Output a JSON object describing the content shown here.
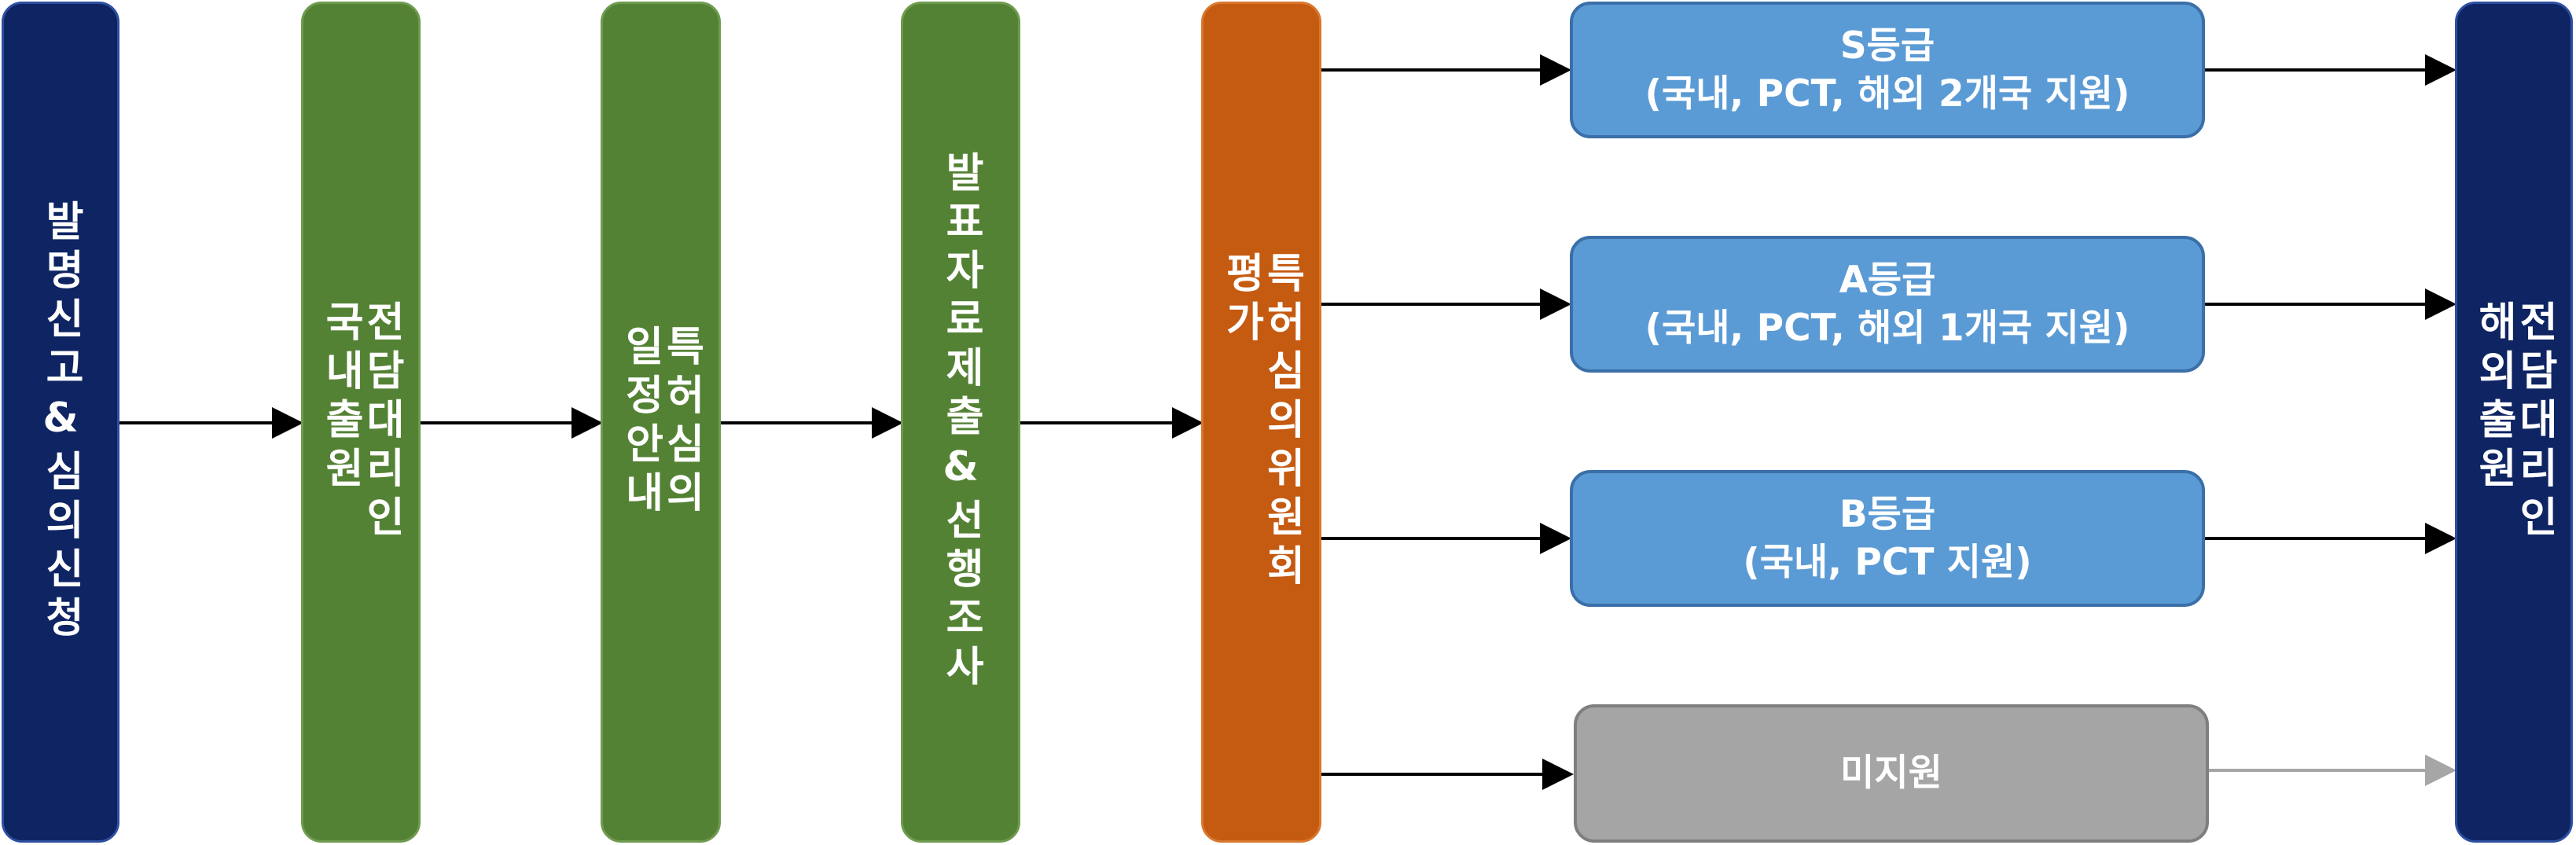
{
  "steps": {
    "invention_report": "발명신고&심의신청",
    "domestic_filing": "전담대리인\n국내출원",
    "schedule_notice": "특허심의\n일정안내",
    "materials_search": "발표자료제출&선행조사",
    "committee_eval": "특허심의위원회\n평가",
    "overseas_filing": "전담대리인\n해외출원"
  },
  "grades": {
    "s": {
      "title": "S등급",
      "detail": "(국내, PCT, 해외 2개국 지원)"
    },
    "a": {
      "title": "A등급",
      "detail": "(국내, PCT, 해외 1개국 지원)"
    },
    "b": {
      "title": "B등급",
      "detail": "(국내, PCT 지원)"
    },
    "none": {
      "title": "미지원"
    }
  },
  "colors": {
    "navy": "#0e2463",
    "green": "#548235",
    "orange": "#c55a11",
    "blue": "#5b9bd5",
    "gray": "#a5a5a5"
  }
}
